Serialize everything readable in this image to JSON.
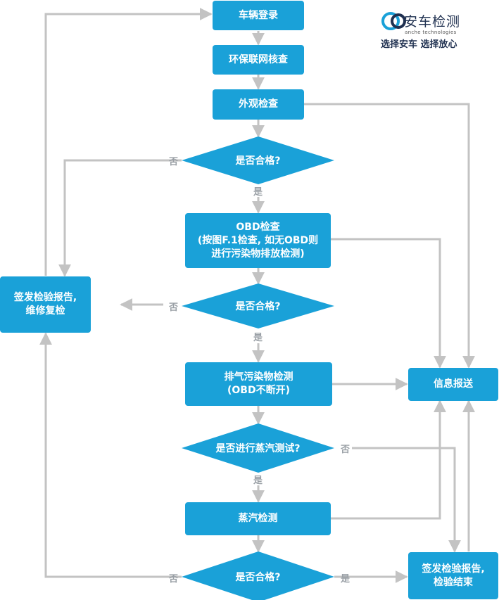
{
  "logo": {
    "brand": "安车检测",
    "sub": "anche technologies",
    "slogan": "选择安车 选择放心"
  },
  "nodes": {
    "vehicle_login": "车辆登录",
    "env_network_check": "环保联网核查",
    "appearance_check": "外观检查",
    "decision1": "是否合格?",
    "obd_check": [
      "OBD检查",
      "(按图F.1检查, 如无OBD则",
      "进行污染物排放检测)"
    ],
    "decision2": "是否合格?",
    "exhaust_test": [
      "排气污染物检测",
      "(OBD不断开)"
    ],
    "decision3": "是否进行蒸汽测试?",
    "vapor_test": "蒸汽检测",
    "decision4": "是否合格?",
    "info_send": "信息报送",
    "sign_repair": [
      "签发检验报告,",
      "维修复检"
    ],
    "sign_end": [
      "签发检验报告,",
      "检验结束"
    ]
  },
  "labels": {
    "yes": "是",
    "no": "否"
  },
  "colors": {
    "box": "#1aa1d8",
    "arrow": "#c3c3c3",
    "label": "#9aa0a6",
    "logo_blue": "#1aa1d8",
    "logo_dark": "#1f3050"
  }
}
